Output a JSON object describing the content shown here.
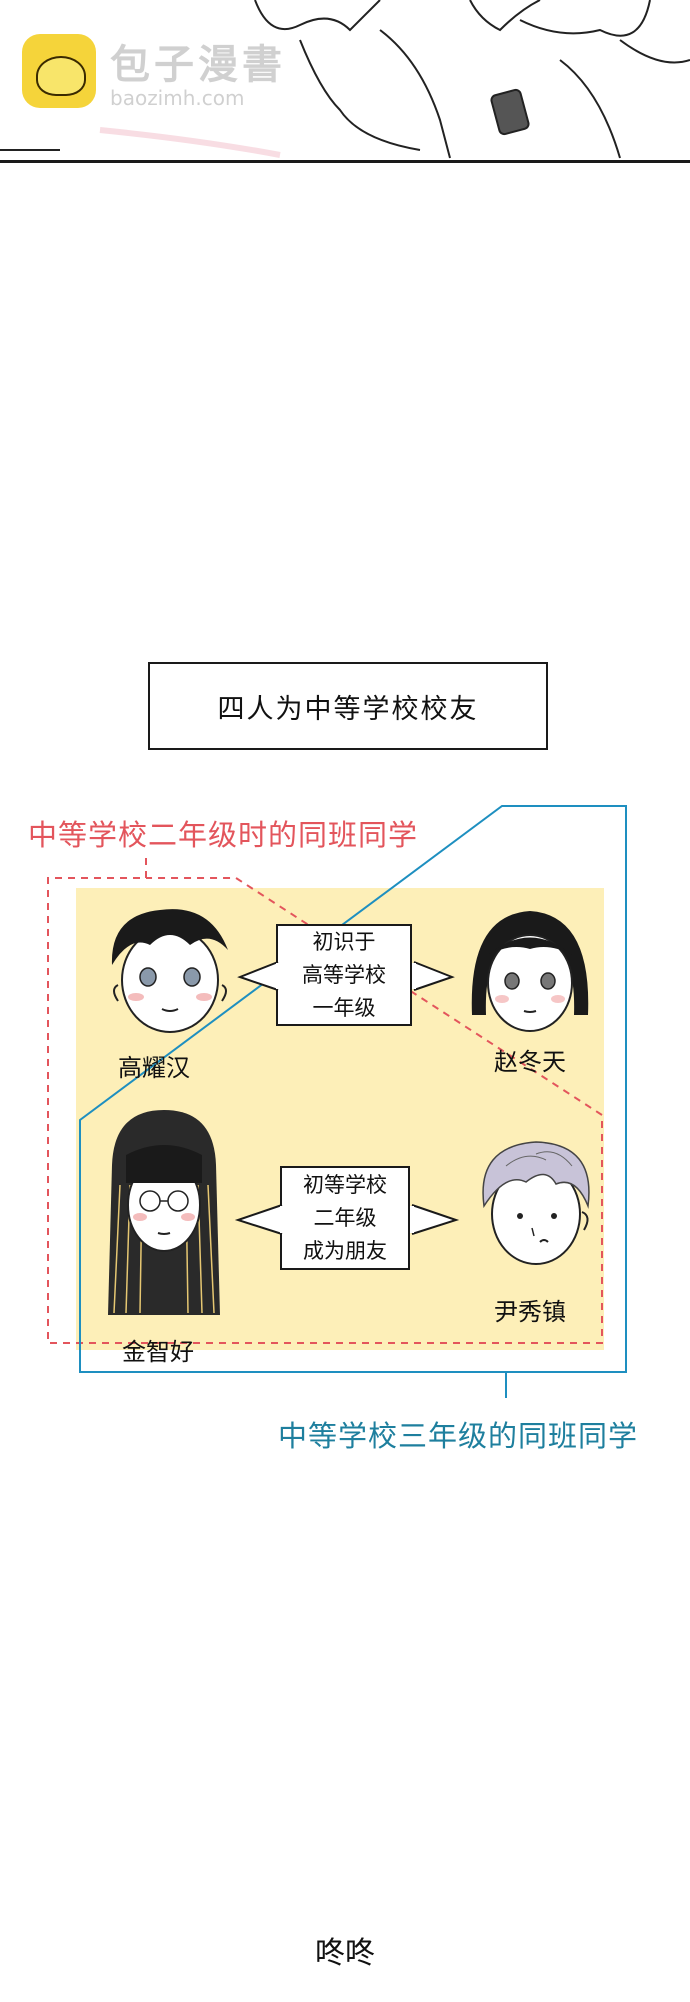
{
  "watermark": {
    "title": "包子漫書",
    "subtitle": "baozimh.com"
  },
  "title_box": "四人为中等学校校友",
  "labels": {
    "red": "中等学校二年级时的同班同学",
    "blue": "中等学校三年级的同班同学"
  },
  "bubbles": {
    "top": [
      "初识于",
      "高等学校",
      "一年级"
    ],
    "bottom": [
      "初等学校",
      "二年级",
      "成为朋友"
    ]
  },
  "characters": {
    "top_left": "高耀汉",
    "top_right": "赵冬天",
    "bottom_left": "金智好",
    "bottom_right": "尹秀镇"
  },
  "footer": "咚咚",
  "colors": {
    "red": "#e3555c",
    "blue": "#1e8fc0",
    "panel": "#fdefb8"
  }
}
